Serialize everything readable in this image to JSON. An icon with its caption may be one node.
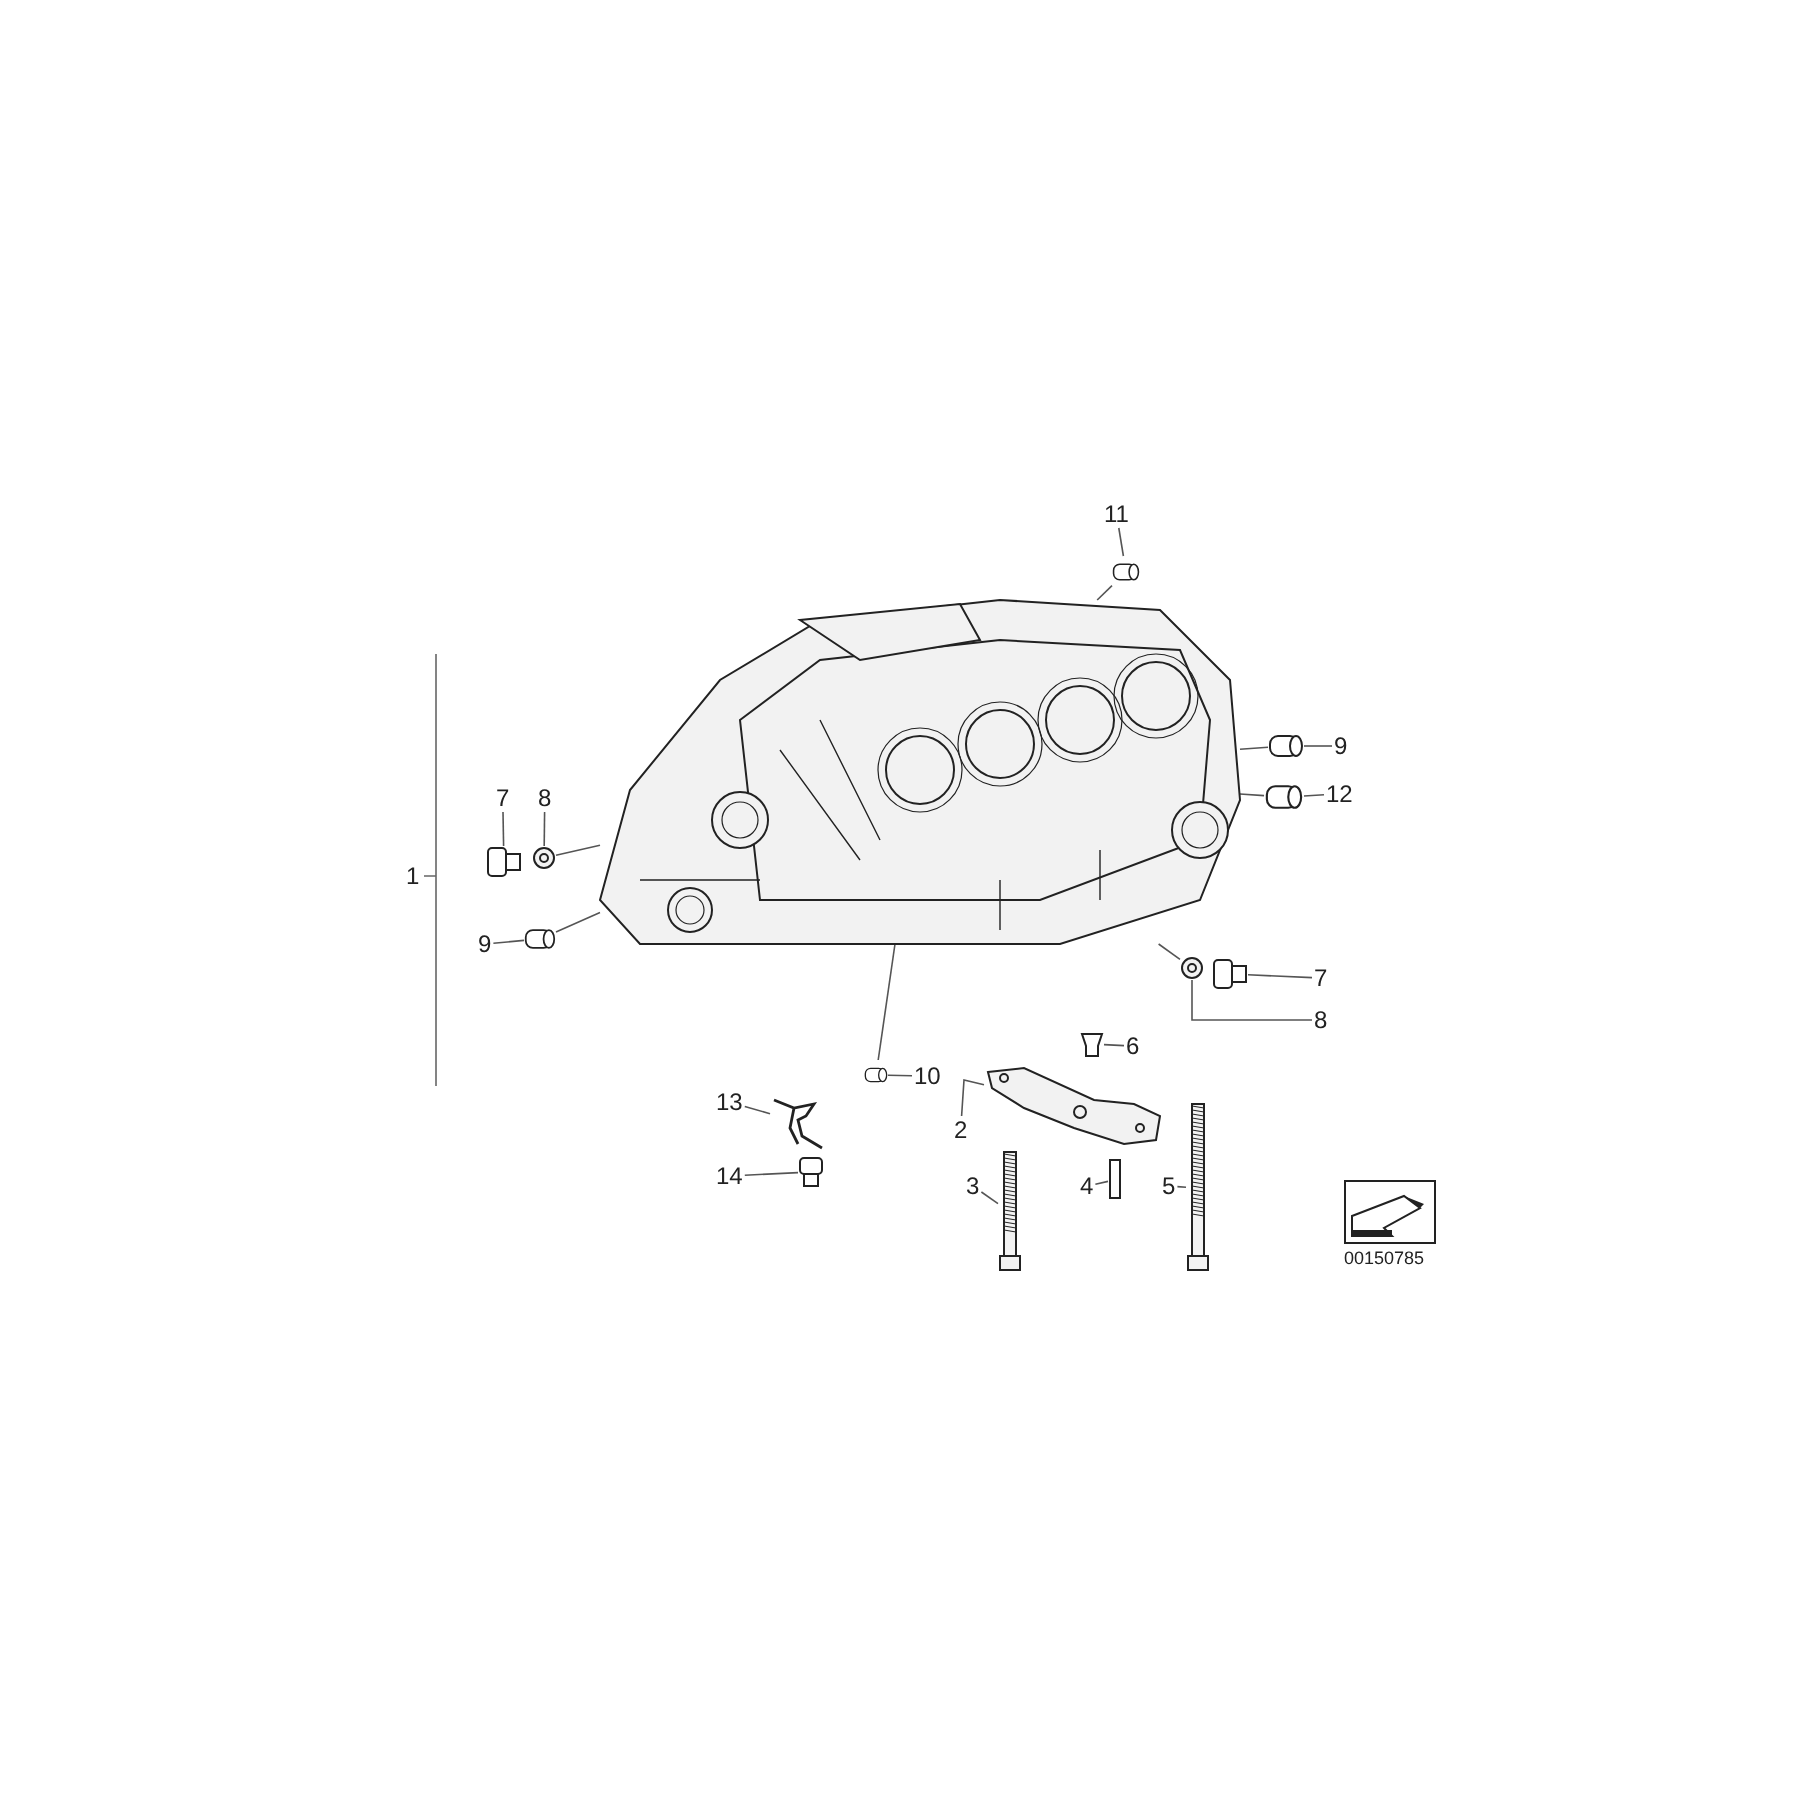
{
  "diagram": {
    "nodes": [
      {
        "text": [],
        "shape": "picture"
      },
      {
        "text": [
          "11"
        ]
      },
      {
        "text": [],
        "shape": "box"
      },
      {
        "text": [
          "9"
        ]
      },
      {
        "text": [],
        "shape": "box"
      },
      {
        "text": [
          "12"
        ]
      },
      {
        "text": [],
        "shape": "box"
      },
      {
        "text": [
          "7"
        ]
      },
      {
        "text": [],
        "shape": "box"
      },
      {
        "text": [
          "8"
        ]
      },
      {
        "text": [],
        "shape": "picture"
      },
      {
        "text": [
          "9"
        ]
      },
      {
        "text": [],
        "shape": "box"
      },
      {
        "text": [
          "7"
        ]
      },
      {
        "text": [],
        "shape": "box"
      },
      {
        "text": [
          "8"
        ]
      },
      {
        "text": [],
        "shape": "picture"
      },
      {
        "text": [
          "10"
        ]
      },
      {
        "text": [],
        "shape": "box"
      },
      {
        "text": [
          "13"
        ]
      },
      {
        "text": [],
        "shape": "picture"
      },
      {
        "text": [
          "2"
        ]
      },
      {
        "text": [],
        "shape": "picture"
      },
      {
        "text": [
          "6"
        ]
      },
      {
        "text": [],
        "shape": "box"
      },
      {
        "text": [
          "14"
        ]
      },
      {
        "text": [],
        "shape": "box"
      },
      {
        "text": [
          "3"
        ]
      },
      {
        "text": [],
        "shape": "picture"
      },
      {
        "text": [
          "4"
        ]
      },
      {
        "text": [],
        "shape": "box"
      },
      {
        "text": [
          "5"
        ]
      },
      {
        "text": [],
        "shape": "picture"
      }
    ],
    "edges": [
      {
        "from": 1,
        "to": 2,
        "arrow": "none"
      },
      {
        "from": 3,
        "to": 4,
        "arrow": "none"
      },
      {
        "from": 5,
        "to": 6,
        "arrow": "none"
      },
      {
        "from": 7,
        "to": 8,
        "arrow": "none"
      },
      {
        "from": 9,
        "to": 10,
        "arrow": "none"
      },
      {
        "from": 11,
        "to": 12,
        "arrow": "none"
      },
      {
        "from": 13,
        "to": 14,
        "arrow": "none"
      },
      {
        "from": 15,
        "to": 16,
        "arrow": "none"
      },
      {
        "from": 17,
        "to": 18,
        "arrow": "none"
      },
      {
        "from": 19,
        "to": 20,
        "arrow": "none"
      },
      {
        "from": 21,
        "to": 22,
        "arrow": "none"
      },
      {
        "from": 23,
        "to": 24,
        "arrow": "none"
      },
      {
        "from": 25,
        "to": 26,
        "arrow": "none"
      },
      {
        "from": 27,
        "to": 28,
        "arrow": "none"
      },
      {
        "from": 29,
        "to": 30,
        "arrow": "none"
      },
      {
        "from": 31,
        "to": 32,
        "arrow": "none"
      },
      {
        "from": 2,
        "to": 0,
        "arrow": "none"
      },
      {
        "from": 4,
        "to": 0,
        "arrow": "none"
      },
      {
        "from": 6,
        "to": 0,
        "arrow": "none"
      },
      {
        "from": 10,
        "to": 0,
        "arrow": "none"
      },
      {
        "from": 12,
        "to": 0,
        "arrow": "none"
      },
      {
        "from": 16,
        "to": 0,
        "arrow": "none"
      },
      {
        "from": 18,
        "to": 0,
        "arrow": "none"
      }
    ],
    "labels": [
      "1",
      "00150785"
    ]
  }
}
